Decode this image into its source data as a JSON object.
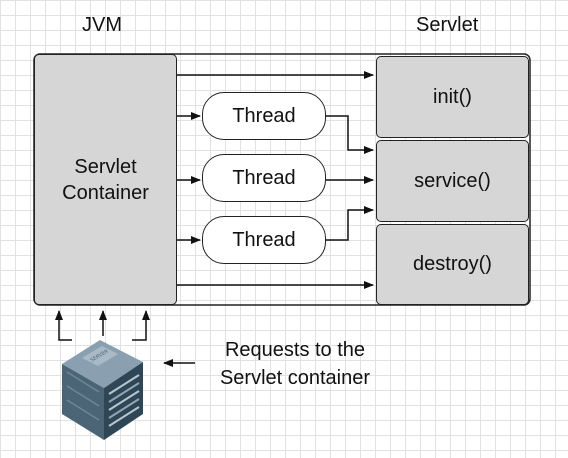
{
  "labels": {
    "jvm": "JVM",
    "servlet": "Servlet"
  },
  "container": {
    "line1": "Servlet",
    "line2": "Container"
  },
  "threads": [
    "Thread",
    "Thread",
    "Thread"
  ],
  "methods": [
    "init()",
    "service()",
    "destroy()"
  ],
  "requests": {
    "line1": "Requests to the",
    "line2": "Servlet container"
  },
  "server_icon": {
    "name": "server-icon",
    "plate_text": "SERVER"
  },
  "colors": {
    "box_fill": "#d6d6d6",
    "outline": "#222222",
    "server_body": "#3d5566"
  }
}
